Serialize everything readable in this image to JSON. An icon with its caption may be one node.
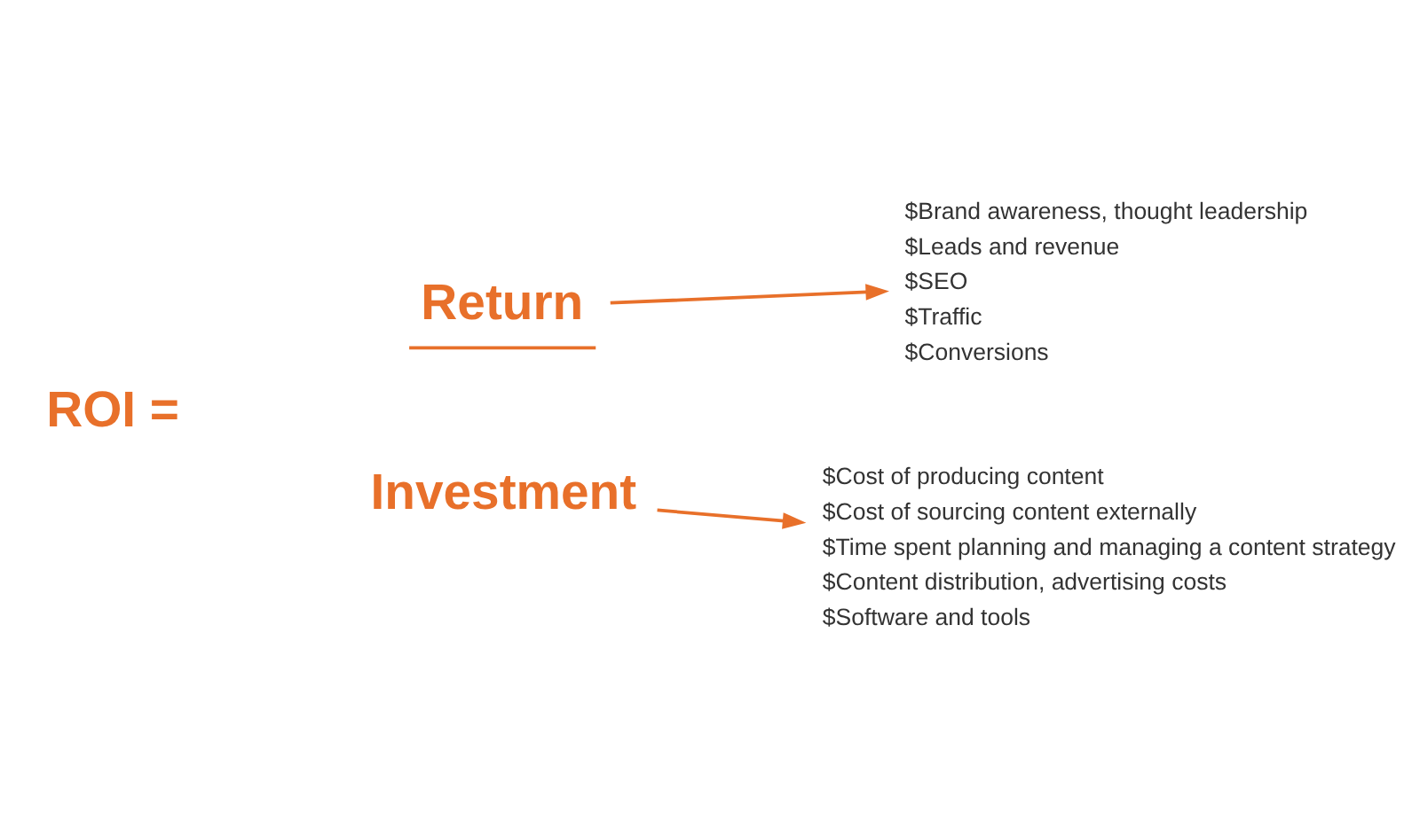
{
  "diagram": {
    "nodes": [
      {
        "text": [
          "ROI ="
        ]
      },
      {
        "text": [
          "Return"
        ]
      },
      {
        "text": [
          "Investment"
        ]
      },
      {
        "text": [
          "$Brand awareness, thought leadership",
          "$Leads and revenue",
          "$SEO",
          "$Traffic",
          "$Conversions"
        ]
      },
      {
        "text": [
          "$Cost of producing content",
          "$Cost of sourcing content externally",
          "$Time spent planning and managing a content strategy",
          "$Content distribution, advertising costs",
          "$Software and tools"
        ]
      }
    ],
    "edges": [
      {
        "from": 1,
        "to": 3,
        "arrow": "to"
      },
      {
        "from": 2,
        "to": 4,
        "arrow": "to"
      }
    ]
  }
}
